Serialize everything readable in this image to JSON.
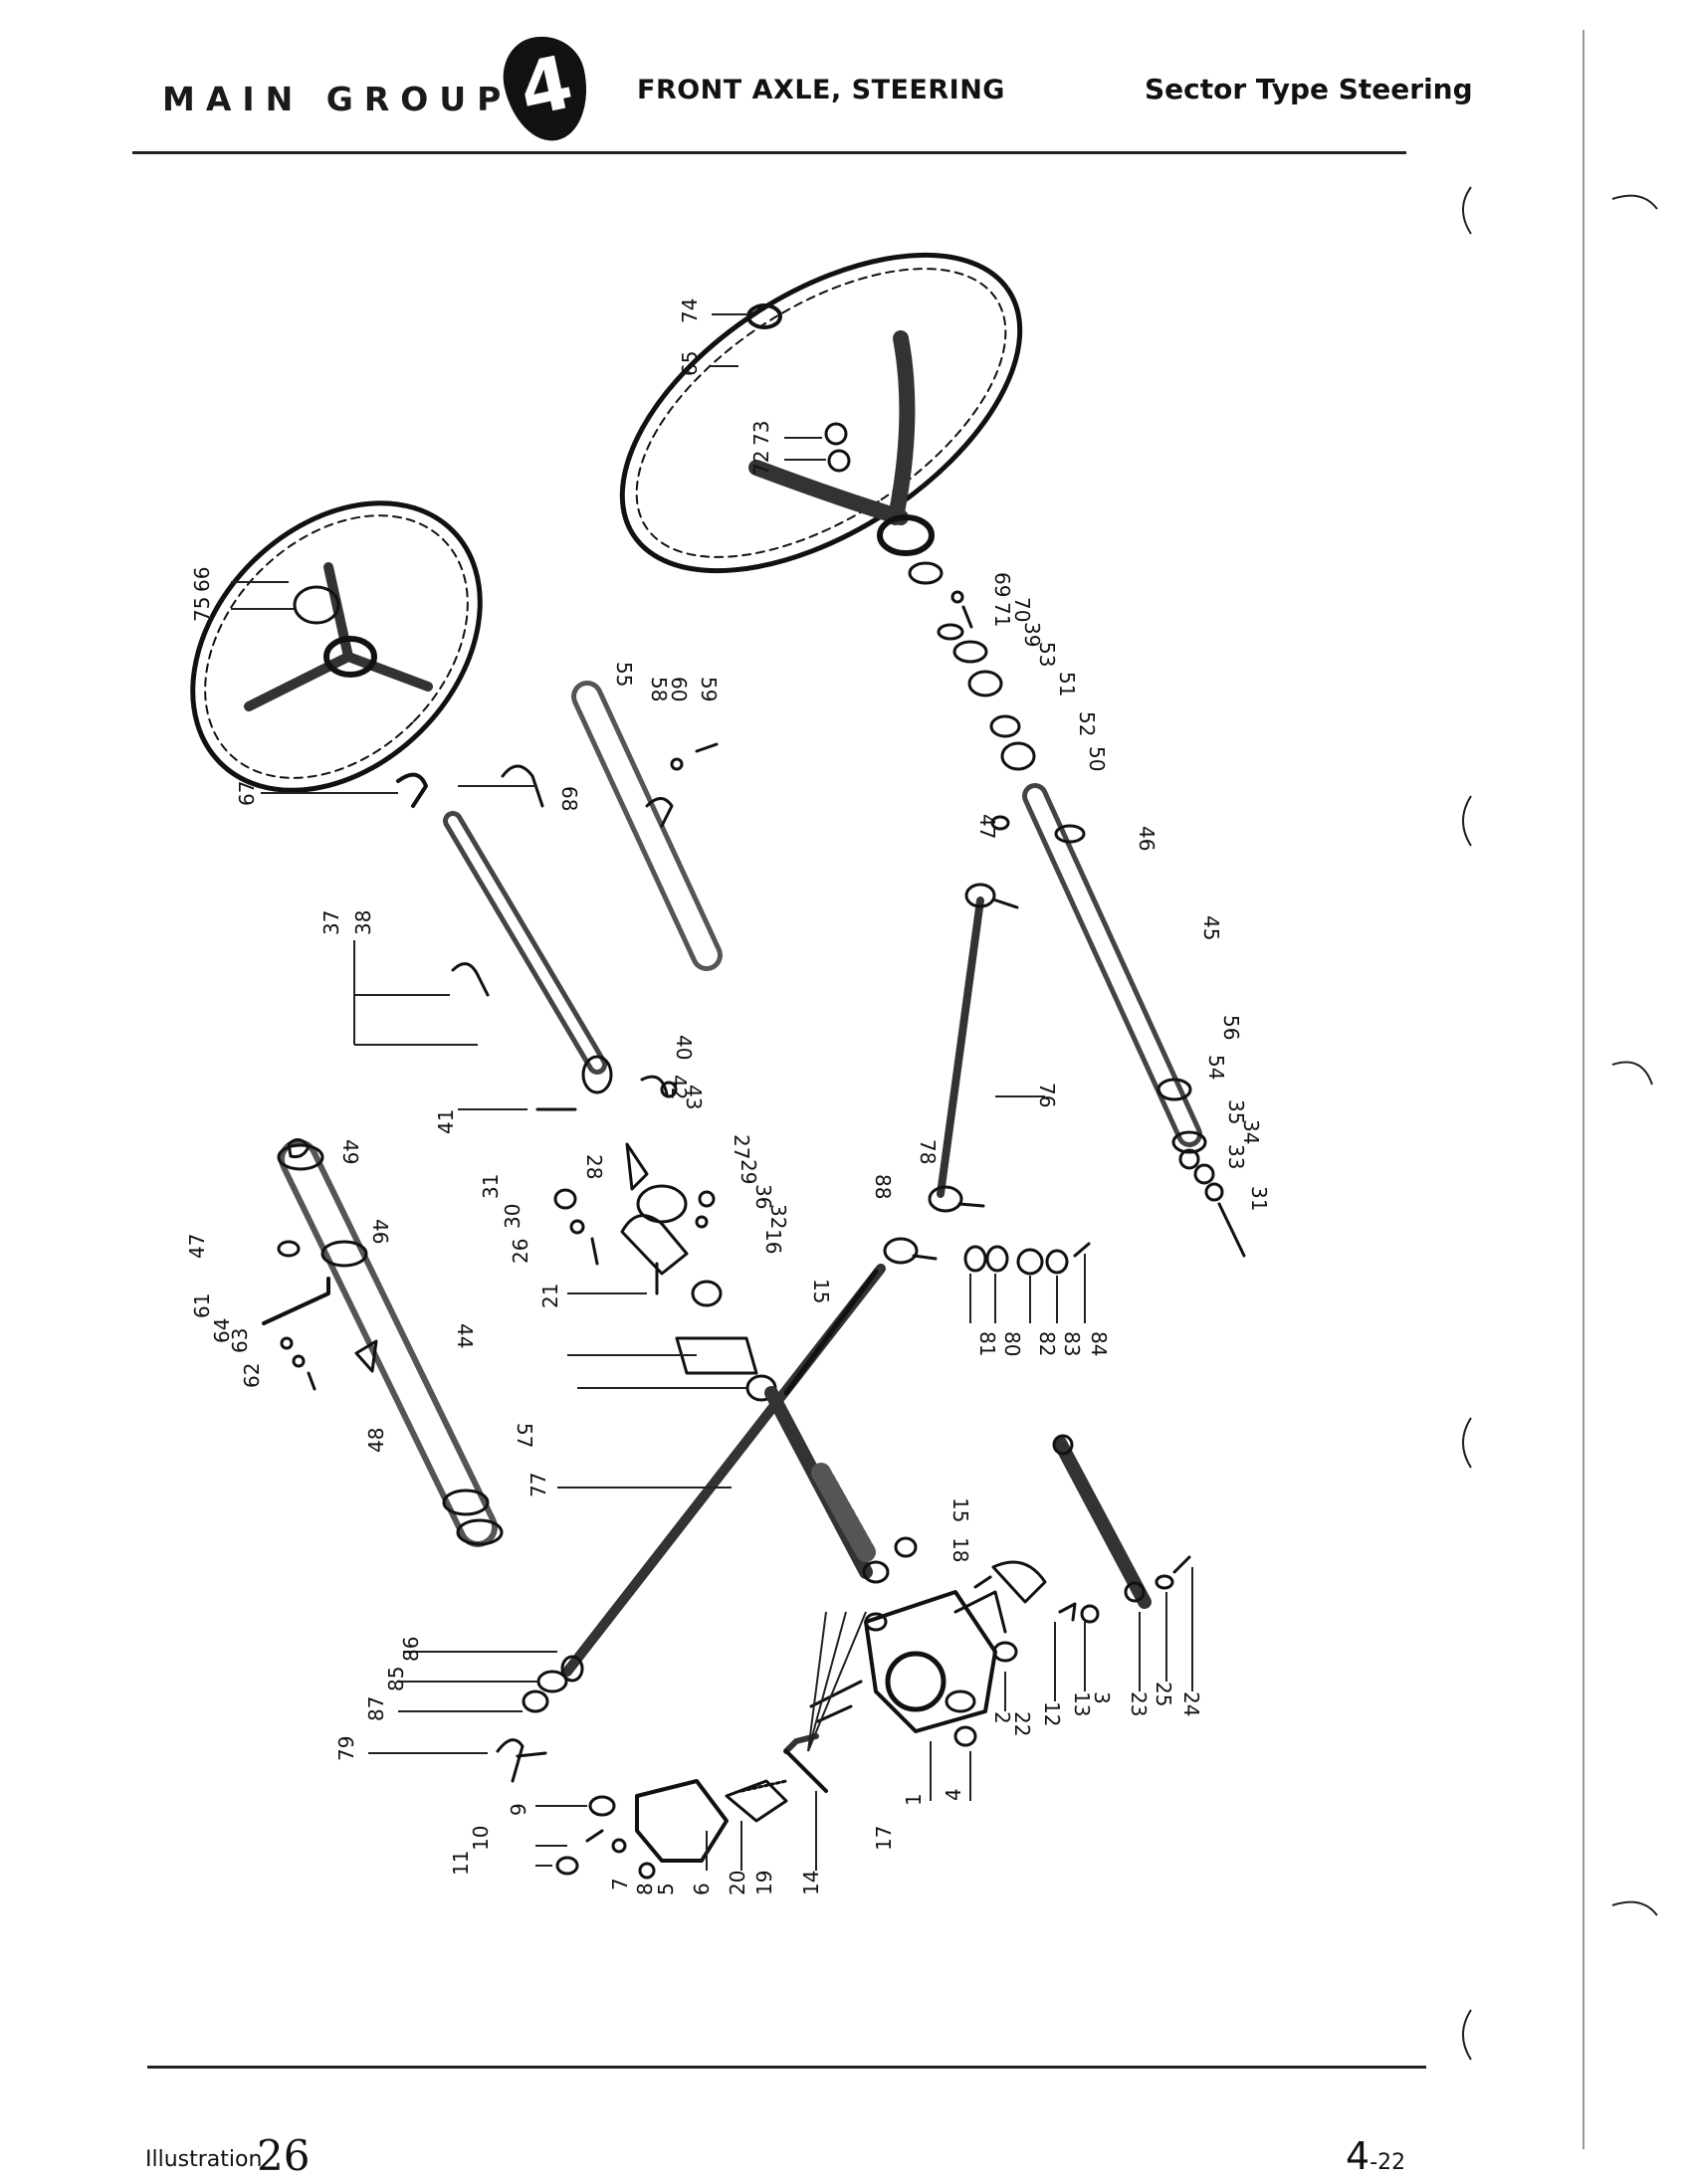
{
  "header": {
    "group": "MAIN GROUP",
    "group_number": "4",
    "section": "FRONT AXLE, STEERING",
    "subsection": "Sector Type Steering"
  },
  "footer": {
    "illustration_label": "Illustration",
    "illustration_number": "26",
    "page_main": "4",
    "page_suffix": "-22"
  },
  "parts": {
    "wheel_large": [
      "74",
      "65",
      "73",
      "72"
    ],
    "upper_stack": [
      "69",
      "71",
      "70",
      "39",
      "53",
      "51",
      "52",
      "50"
    ],
    "column_right": [
      "47",
      "46",
      "45",
      "56",
      "54"
    ],
    "column_right_hardware": [
      "35",
      "34",
      "33",
      "31"
    ],
    "wheel_small": [
      "75",
      "66",
      "67",
      "68"
    ],
    "shaft_upper": [
      "55",
      "58",
      "60",
      "59",
      "37",
      "38"
    ],
    "coupling": [
      "40",
      "42",
      "43",
      "41",
      "27",
      "28",
      "29",
      "36",
      "32",
      "31",
      "30",
      "26",
      "21",
      "16",
      "15"
    ],
    "column_left": [
      "49",
      "47",
      "46",
      "61",
      "64",
      "63",
      "62",
      "44",
      "48",
      "57"
    ],
    "drag_link": [
      "76",
      "78",
      "88",
      "81",
      "80",
      "82",
      "83",
      "84"
    ],
    "tie_rod": [
      "77",
      "86",
      "85",
      "87",
      "79"
    ],
    "steering_box": [
      "15",
      "18",
      "1",
      "2",
      "12",
      "13",
      "3",
      "23",
      "25",
      "24",
      "22",
      "4",
      "17",
      "14"
    ],
    "box_cover": [
      "9",
      "10",
      "11",
      "7",
      "8",
      "5",
      "6",
      "20",
      "19"
    ]
  }
}
